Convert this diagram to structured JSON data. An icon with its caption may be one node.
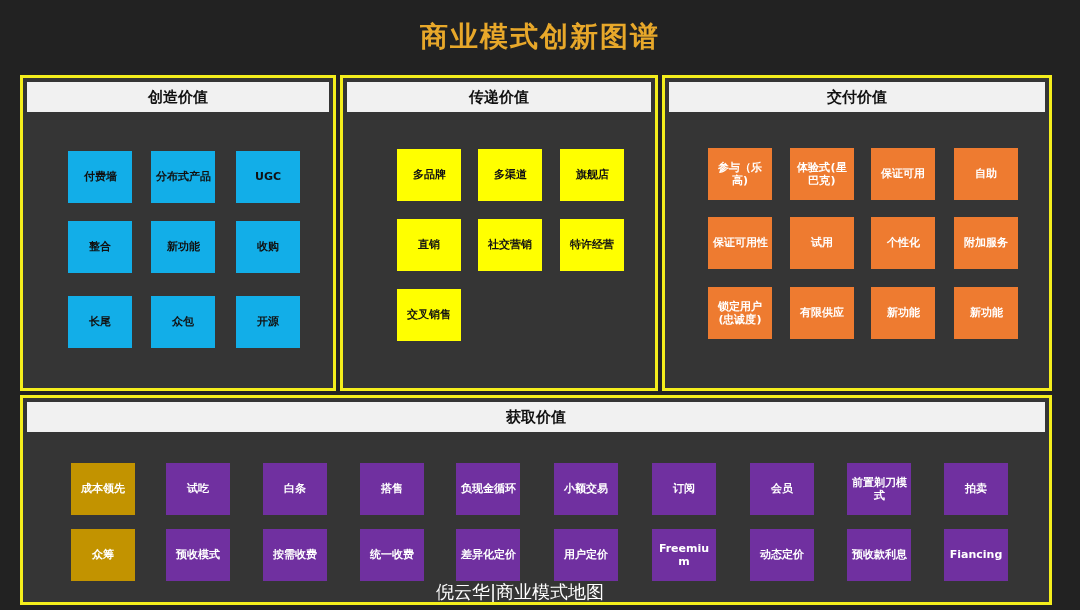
{
  "diagram": {
    "title": "商业模式创新图谱",
    "caption": "倪云华|商业模式地图",
    "nodes": [
      {
        "text": [
          "创造价值"
        ]
      },
      {
        "text": [
          "付费墙"
        ],
        "in": 0
      },
      {
        "text": [
          "分布式产品"
        ],
        "in": 0
      },
      {
        "text": [
          "UGC"
        ],
        "in": 0
      },
      {
        "text": [
          "整合"
        ],
        "in": 0
      },
      {
        "text": [
          "新功能"
        ],
        "in": 0
      },
      {
        "text": [
          "收购"
        ],
        "in": 0
      },
      {
        "text": [
          "长尾"
        ],
        "in": 0
      },
      {
        "text": [
          "众包"
        ],
        "in": 0
      },
      {
        "text": [
          "开源"
        ],
        "in": 0
      },
      {
        "text": [
          "传递价值"
        ]
      },
      {
        "text": [
          "多品牌"
        ],
        "in": 10
      },
      {
        "text": [
          "多渠道"
        ],
        "in": 10
      },
      {
        "text": [
          "旗舰店"
        ],
        "in": 10
      },
      {
        "text": [
          "直销"
        ],
        "in": 10
      },
      {
        "text": [
          "社交营销"
        ],
        "in": 10
      },
      {
        "text": [
          "特许经营"
        ],
        "in": 10
      },
      {
        "text": [
          "交叉销售"
        ],
        "in": 10
      },
      {
        "text": [
          "交付价值"
        ]
      },
      {
        "text": [
          "参与（乐高)"
        ],
        "in": 18
      },
      {
        "text": [
          "体验式(星巴克)"
        ],
        "in": 18
      },
      {
        "text": [
          "保证可用"
        ],
        "in": 18
      },
      {
        "text": [
          "自助"
        ],
        "in": 18
      },
      {
        "text": [
          "保证可用性"
        ],
        "in": 18
      },
      {
        "text": [
          "试用"
        ],
        "in": 18
      },
      {
        "text": [
          "个性化"
        ],
        "in": 18
      },
      {
        "text": [
          "附加服务"
        ],
        "in": 18
      },
      {
        "text": [
          "锁定用户(忠诚度)"
        ],
        "in": 18
      },
      {
        "text": [
          "有限供应"
        ],
        "in": 18
      },
      {
        "text": [
          "新功能"
        ],
        "in": 18
      },
      {
        "text": [
          "新功能"
        ],
        "in": 18
      },
      {
        "text": [
          "获取价值"
        ]
      },
      {
        "text": [
          "成本领先"
        ],
        "in": 31
      },
      {
        "text": [
          "试吃"
        ],
        "in": 31
      },
      {
        "text": [
          "白条"
        ],
        "in": 31
      },
      {
        "text": [
          "搭售"
        ],
        "in": 31
      },
      {
        "text": [
          "负现金循环"
        ],
        "in": 31
      },
      {
        "text": [
          "小额交易"
        ],
        "in": 31
      },
      {
        "text": [
          "订阅"
        ],
        "in": 31
      },
      {
        "text": [
          "会员"
        ],
        "in": 31
      },
      {
        "text": [
          "前置剃刀模式"
        ],
        "in": 31
      },
      {
        "text": [
          "拍卖"
        ],
        "in": 31
      },
      {
        "text": [
          "众筹"
        ],
        "in": 31
      },
      {
        "text": [
          "预收模式"
        ],
        "in": 31
      },
      {
        "text": [
          "按需收费"
        ],
        "in": 31
      },
      {
        "text": [
          "统一收费"
        ],
        "in": 31
      },
      {
        "text": [
          "差异化定价"
        ],
        "in": 31
      },
      {
        "text": [
          "用户定价"
        ],
        "in": 31
      },
      {
        "text": [
          "Freemium"
        ],
        "in": 31
      },
      {
        "text": [
          "动态定价"
        ],
        "in": 31
      },
      {
        "text": [
          "预收款利息"
        ],
        "in": 31
      },
      {
        "text": [
          "Fiancing"
        ],
        "in": 31
      }
    ]
  }
}
